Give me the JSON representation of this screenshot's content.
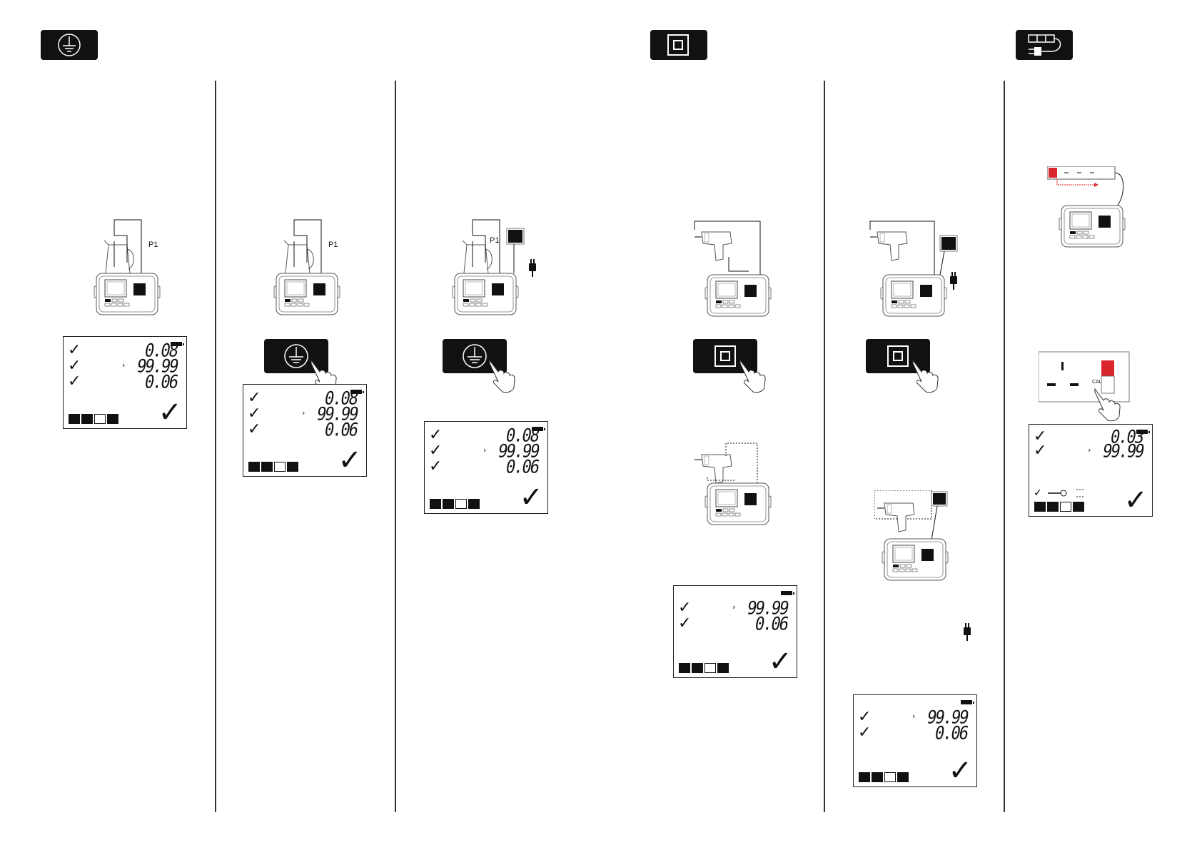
{
  "header": {
    "earth_icon": "earth-ground-icon",
    "class2_icon": "double-insulation-icon",
    "extension_icon": "extension-lead-icon"
  },
  "labels": {
    "probe": "P1",
    "cal": "CAL"
  },
  "panels": [
    {
      "lcd": {
        "rows": [
          {
            "check": true,
            "value": "0.08",
            "gt": false
          },
          {
            "check": true,
            "value": "99.99",
            "gt": true
          },
          {
            "check": true,
            "value": "0.06",
            "gt": false
          }
        ]
      }
    },
    {
      "lcd": {
        "rows": [
          {
            "check": true,
            "value": "0.08",
            "gt": false
          },
          {
            "check": true,
            "value": "99.99",
            "gt": true
          },
          {
            "check": true,
            "value": "0.06",
            "gt": false
          }
        ]
      }
    },
    {
      "lcd": {
        "rows": [
          {
            "check": true,
            "value": "0.08",
            "gt": false
          },
          {
            "check": true,
            "value": "99.99",
            "gt": true
          },
          {
            "check": true,
            "value": "0.06",
            "gt": false
          }
        ]
      }
    },
    {
      "lcd": {
        "rows": [
          {
            "check": true,
            "value": "99.99",
            "gt": true
          },
          {
            "check": true,
            "value": "0.06",
            "gt": false
          }
        ]
      }
    },
    {
      "lcd": {
        "rows": [
          {
            "check": true,
            "value": "99.99",
            "gt": true
          },
          {
            "check": true,
            "value": "0.06",
            "gt": false
          }
        ]
      }
    },
    {
      "lcd": {
        "rows": [
          {
            "check": true,
            "value": "0.03",
            "gt": false
          },
          {
            "check": true,
            "value": "99.99",
            "gt": true
          }
        ]
      }
    }
  ],
  "colors": {
    "ink": "#111111",
    "red": "#d9262c"
  }
}
